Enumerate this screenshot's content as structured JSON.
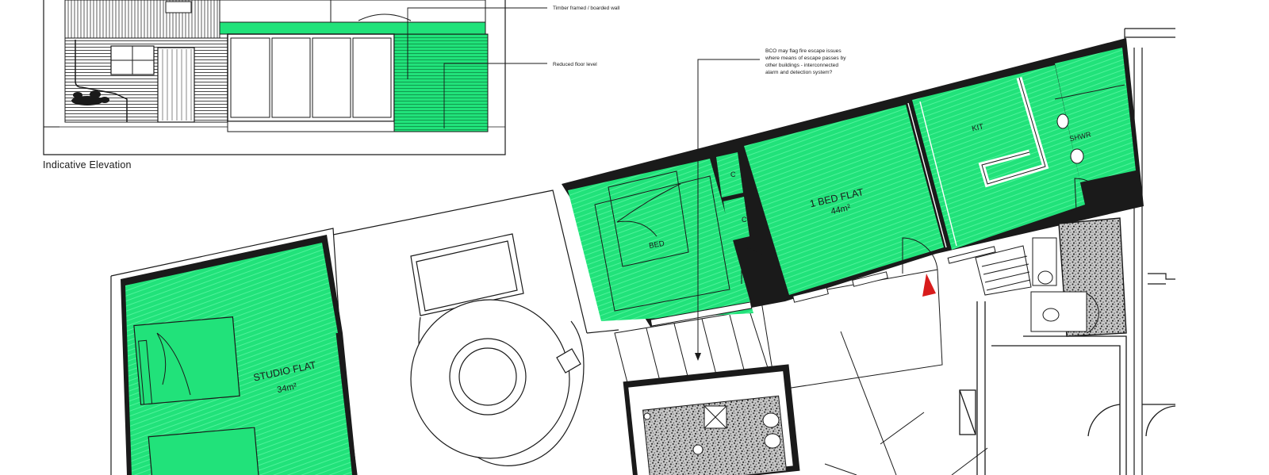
{
  "elevation": {
    "caption": "Indicative Elevation",
    "annotation_timber": "Timber framed / boarded wall",
    "annotation_floor": "Reduced floor level"
  },
  "bco_note": {
    "lines": [
      "BCO may flag fire escape issues",
      "where means of escape passes by",
      "other buildings - interconnected",
      "alarm and detection system?"
    ]
  },
  "rooms": {
    "studio_name": "STUDIO FLAT",
    "studio_area": "34m²",
    "flat_name": "1 BED FLAT",
    "flat_area": "44m²",
    "bed": "BED",
    "kit": "KIT",
    "shwr": "SHWR",
    "cupboard_1": "C",
    "cupboard_2": "C"
  },
  "colors": {
    "room_fill": "#21e27a",
    "line": "#1a1a1a",
    "north_arrow": "#d81b1b"
  }
}
